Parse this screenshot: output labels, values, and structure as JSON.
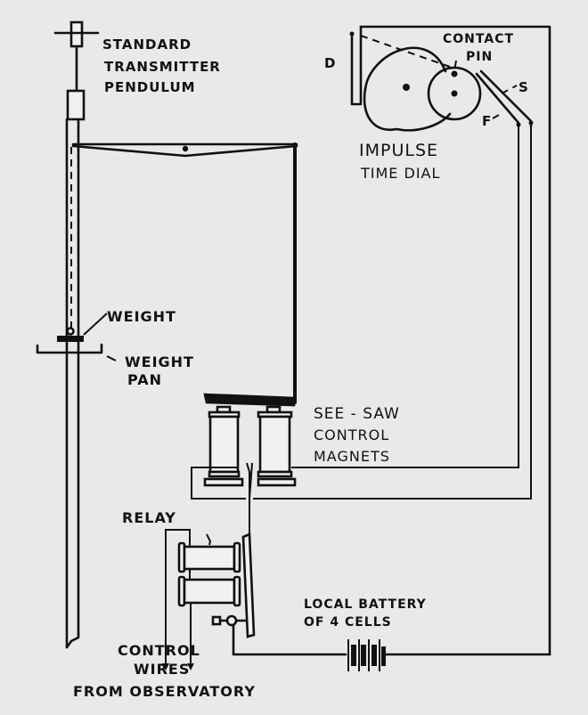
{
  "title": "Standard transmitter pendulum and impulse time dial circuit",
  "labels": {
    "pendulum": [
      "STANDARD",
      "TRANSMITTER",
      "PENDULUM"
    ],
    "contact_pin": [
      "CONTACT",
      "PIN"
    ],
    "d_marker": "D",
    "s_marker": "S",
    "f_marker": "F",
    "impulse_dial": [
      "IMPULSE",
      "TIME DIAL"
    ],
    "weight": "WEIGHT",
    "weight_pan": [
      "WEIGHT",
      "PAN"
    ],
    "magnets": [
      "SEE - SAW",
      "CONTROL",
      "MAGNETS"
    ],
    "relay": "RELAY",
    "battery": [
      "LOCAL BATTERY",
      "OF 4 CELLS"
    ],
    "control_wires": [
      "CONTROL",
      "WIRES",
      "FROM OBSERVATORY"
    ]
  },
  "colors": {
    "ink": "#111111",
    "paper": "#e9e9e7"
  }
}
